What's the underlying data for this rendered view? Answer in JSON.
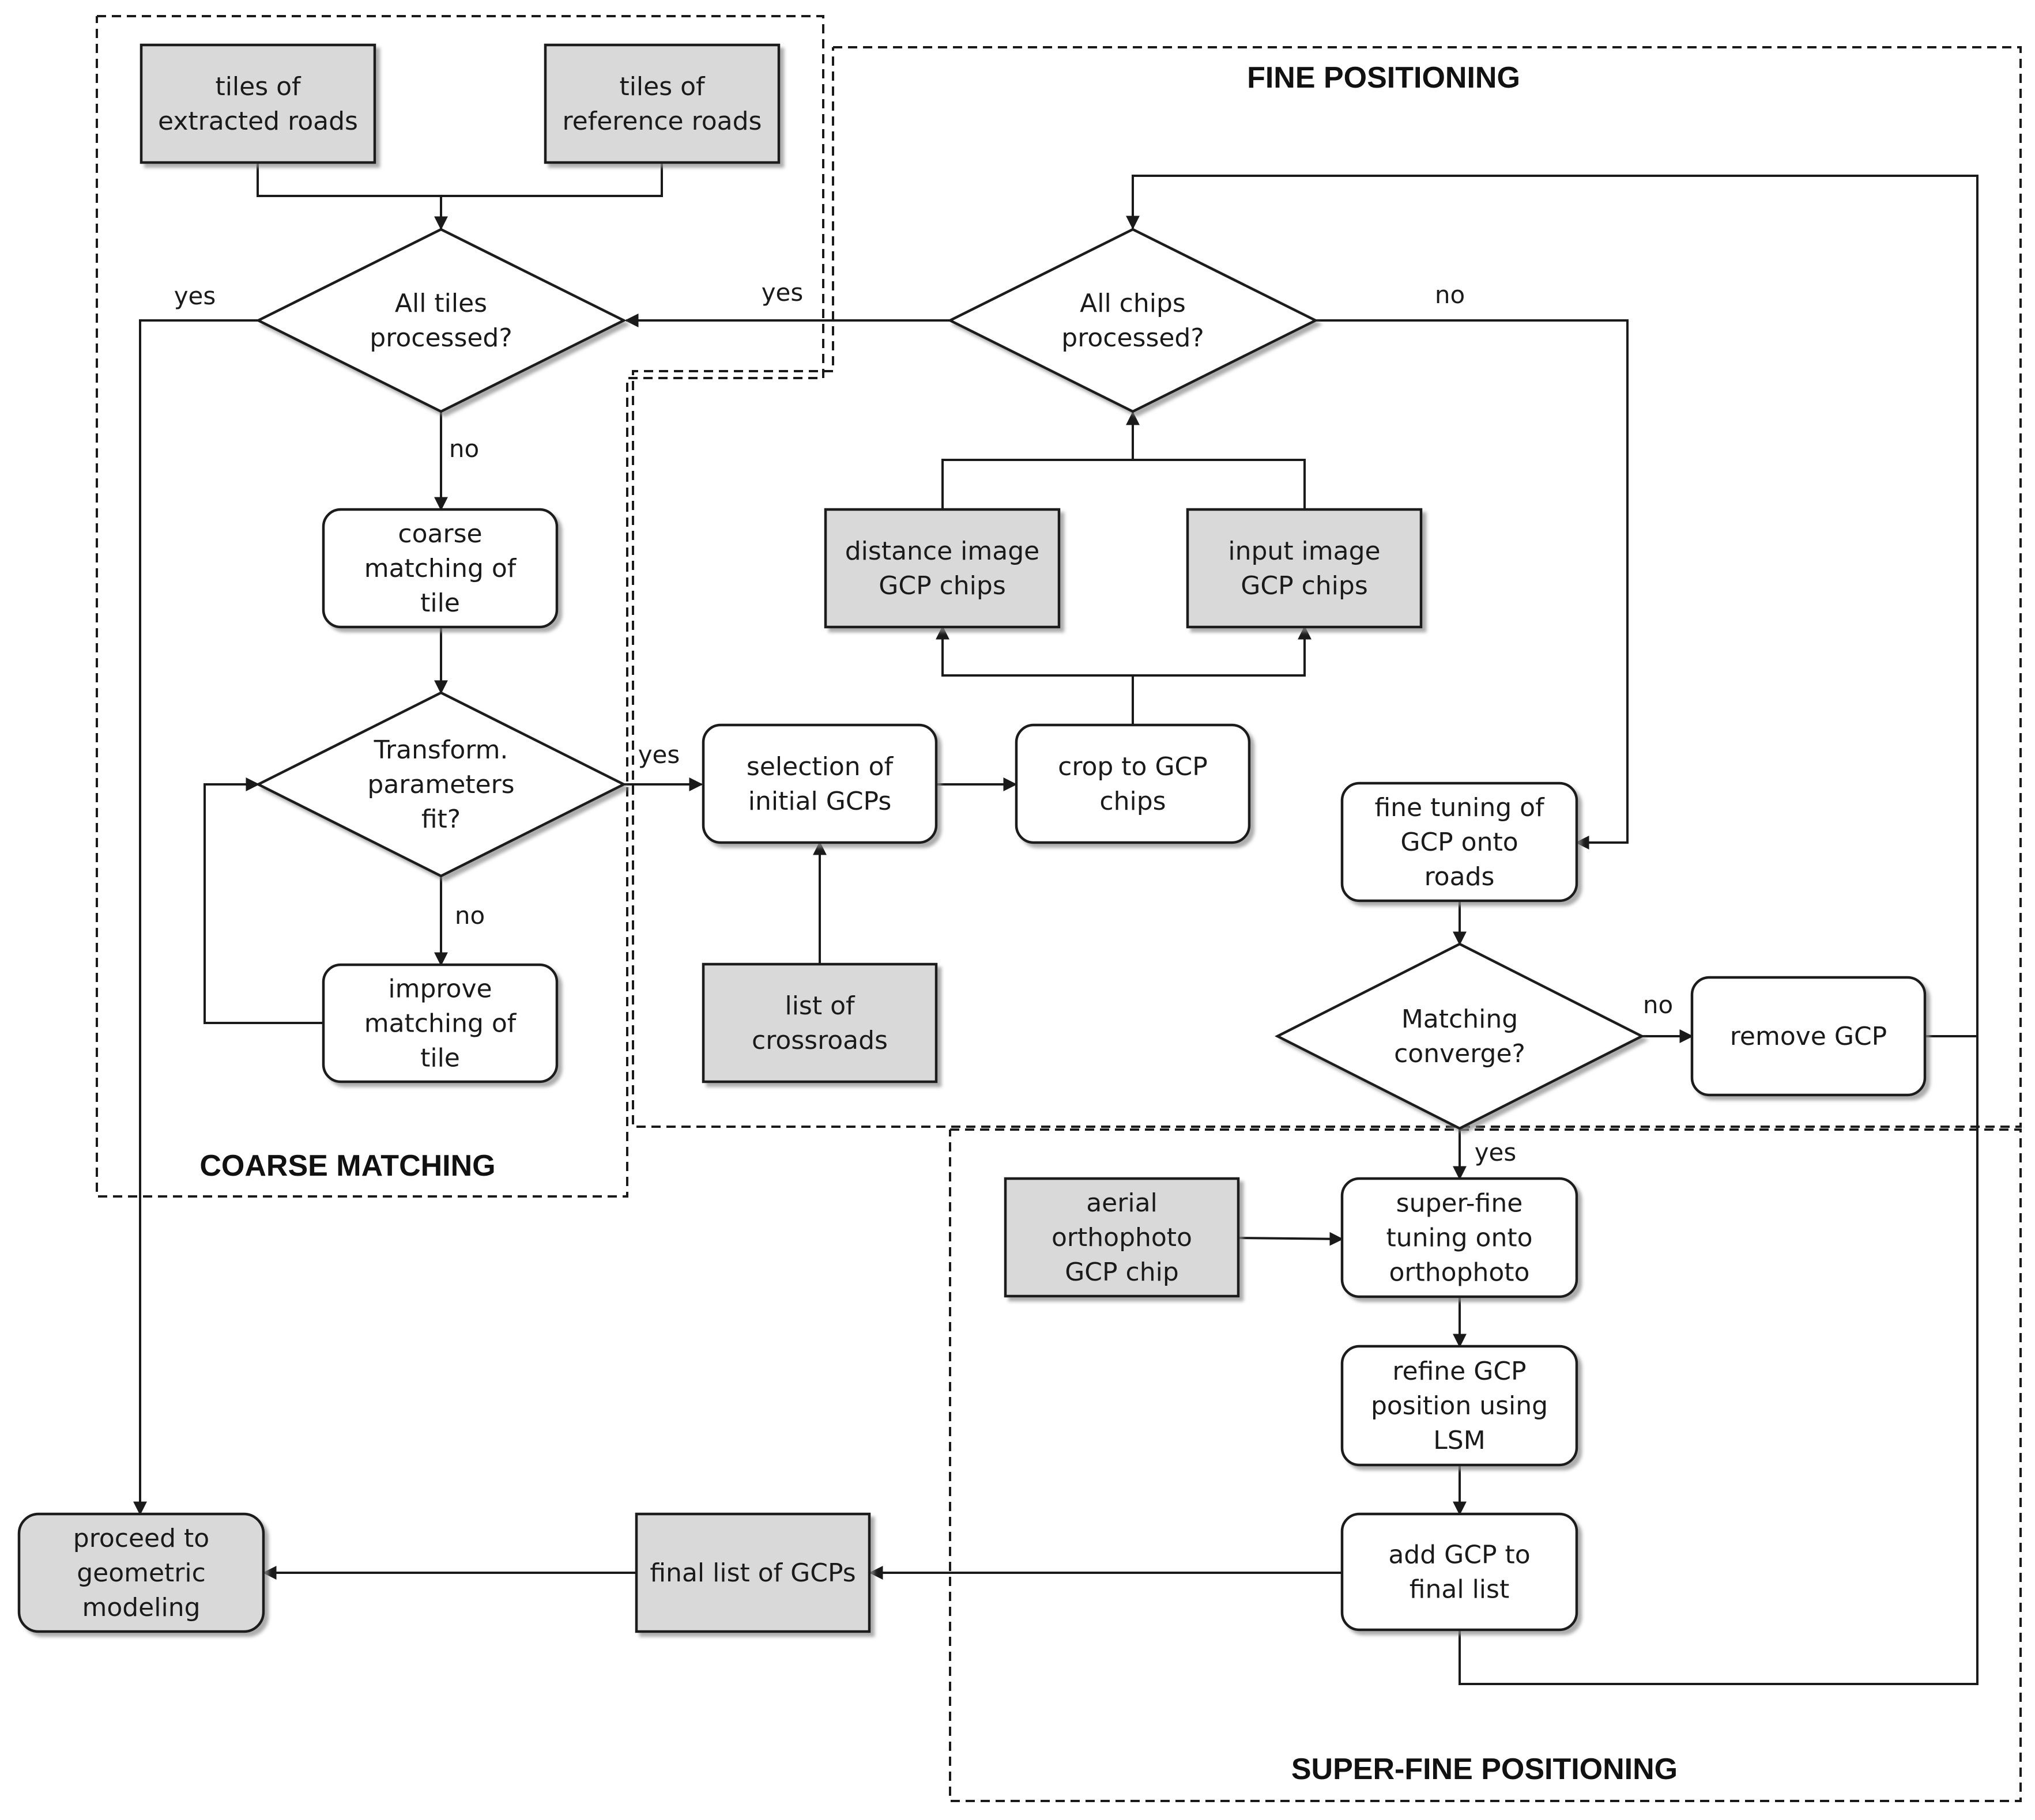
{
  "regions": {
    "coarse": "COARSE MATCHING",
    "fine": "FINE POSITIONING",
    "superfine": "SUPER-FINE POSITIONING"
  },
  "nodes": {
    "tiles_extracted": [
      "tiles of",
      "extracted roads"
    ],
    "tiles_reference": [
      "tiles of",
      "reference roads"
    ],
    "all_tiles": [
      "All tiles",
      "processed?"
    ],
    "coarse_match": [
      "coarse",
      "matching of",
      "tile"
    ],
    "transform_fit": [
      "Transform.",
      "parameters",
      "fit?"
    ],
    "improve_match": [
      "improve",
      "matching of",
      "tile"
    ],
    "selection_gcps": [
      "selection of",
      "initial GCPs"
    ],
    "list_crossroads": [
      "list of",
      "crossroads"
    ],
    "crop_chips": [
      "crop to GCP",
      "chips"
    ],
    "distance_chips": [
      "distance image",
      "GCP chips"
    ],
    "input_chips": [
      "input image",
      "GCP chips"
    ],
    "all_chips": [
      "All chips",
      "processed?"
    ],
    "fine_tuning": [
      "fine tuning of",
      "GCP onto",
      "roads"
    ],
    "matching_converge": [
      "Matching",
      "converge?"
    ],
    "remove_gcp": [
      "remove GCP"
    ],
    "aerial_chip": [
      "aerial",
      "orthophoto",
      "GCP chip"
    ],
    "superfine_tuning": [
      "super-fine",
      "tuning onto",
      "orthophoto"
    ],
    "refine_lsm": [
      "refine GCP",
      "position using",
      "LSM"
    ],
    "add_gcp": [
      "add GCP to",
      "final list"
    ],
    "final_list": [
      "final list of GCPs"
    ],
    "proceed_modeling": [
      "proceed to",
      "geometric",
      "modeling"
    ]
  },
  "edge_labels": {
    "all_tiles_yes": "yes",
    "all_tiles_no": "no",
    "transform_yes": "yes",
    "transform_no": "no",
    "all_chips_yes": "yes",
    "all_chips_no": "no",
    "converge_no": "no",
    "converge_yes": "yes"
  }
}
